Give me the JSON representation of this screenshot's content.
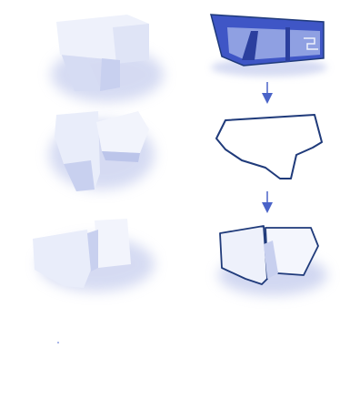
{
  "diagram": {
    "left_column": [
      {
        "id": "model-1"
      },
      {
        "id": "model-2"
      },
      {
        "id": "model-3"
      }
    ],
    "right_column": [
      {
        "id": "section-view"
      },
      {
        "id": "outline-shape"
      },
      {
        "id": "outlined-model"
      }
    ],
    "connectors": [
      {
        "from": "section-view",
        "to": "outline-shape"
      },
      {
        "from": "outline-shape",
        "to": "outlined-model"
      }
    ]
  },
  "colors": {
    "paper_shadow": "#b3bde8",
    "model_light": "#eef1fb",
    "model_mid": "#d6dcf3",
    "model_dark": "#bcc5ea",
    "outline": "#1f3a7a",
    "section_fill": "#3f56c6",
    "section_light": "#8fa0e2",
    "arrow": "#4a63c8"
  }
}
